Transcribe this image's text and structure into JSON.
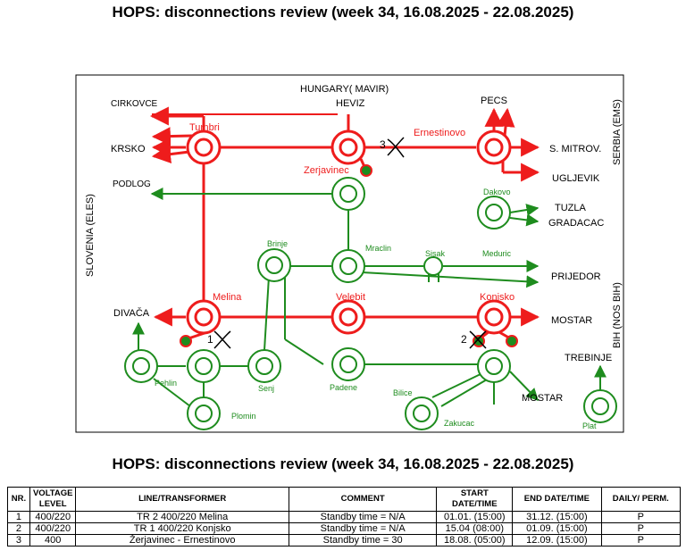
{
  "title": "HOPS: disconnections review (week 34, 16.08.2025 - 22.08.2025)",
  "colors": {
    "line_400": "#ee1c1c",
    "line_220": "#1e8c1e",
    "closed_dot": "#1e8c1e"
  },
  "labels": {
    "hungary": "HUNGARY( MAVIR)",
    "serbia": "SERBIA (EMS)",
    "slovenia": "SLOVENIA (ELES)",
    "bih": "BIH (NOS BIH)",
    "cirkovce": "CIRKOVCE",
    "krsko": "KRSKO",
    "podlog": "PODLOG",
    "divaca": "DIVAČA",
    "heviz": "HEVIZ",
    "pecs": "PECS",
    "s_mitrov": "S. MITROV.",
    "ugljevik": "UGLJEVIK",
    "tuzla": "TUZLA",
    "gradacac": "GRADACAC",
    "prijedor": "PRIJEDOR",
    "mostar1": "MOSTAR",
    "mostar2": "MOSTAR",
    "trebinje": "TREBINJE",
    "tumbri": "Tumbri",
    "ernestinovo": "Ernestinovo",
    "zerjavinec": "Zerjavinec",
    "melina": "Melina",
    "velebit": "Velebit",
    "konjsko": "Konjsko",
    "dakovo": "Dakovo",
    "brinje": "Brinje",
    "mraclin": "Mraclin",
    "sisak": "Sisak",
    "meduric": "Meduric",
    "pehlin": "Pehlin",
    "senj": "Senj",
    "plomin": "Plomin",
    "padene": "Padene",
    "bilice": "Bilice",
    "zakucac": "Zakucac",
    "plat": "Plat",
    "mark1": "1",
    "mark2": "2",
    "mark3": "3"
  },
  "table": {
    "headers": [
      "NR.",
      "VOLTAGE LEVEL",
      "LINE/TRANSFORMER",
      "COMMENT",
      "START DATE/TIME",
      "END DATE/TIME",
      "DAILY/ PERM."
    ],
    "rows": [
      [
        "1",
        "400/220",
        "TR 2 400/220 Melina",
        "Standby time = N/A",
        "01.01. (15:00)",
        "31.12. (15:00)",
        "P"
      ],
      [
        "2",
        "400/220",
        "TR 1 400/220 Konjsko",
        "Standby time = N/A",
        "15.04 (08:00)",
        "01.09. (15:00)",
        "P"
      ],
      [
        "3",
        "400",
        "Žerjavinec - Ernestinovo",
        "Standby time = 30",
        "18.08. (05:00)",
        "12.09. (15:00)",
        "P"
      ]
    ]
  }
}
